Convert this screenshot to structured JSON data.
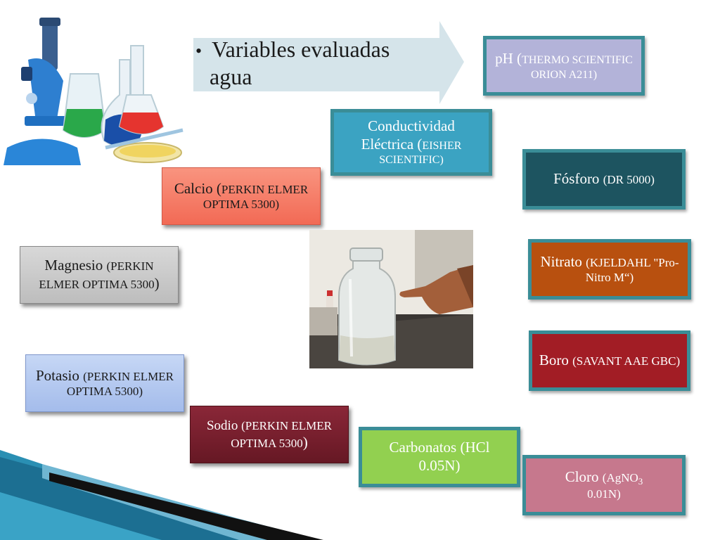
{
  "title": {
    "bullet": "•",
    "line1": "Variables evaluadas",
    "line2": "agua"
  },
  "boxes": {
    "ph": {
      "main": "pH (",
      "instrument": "THERMO SCIENTIFIC ORION A211)"
    },
    "conductividad": {
      "line1": "Conductividad",
      "line2_main": "Eléctrica (",
      "line2_small": "EISHER",
      "line3": "SCIENTIFIC)"
    },
    "fosforo": {
      "main": "Fósforo ",
      "instrument": "(DR 5000)"
    },
    "calcio": {
      "main": "Calcio (",
      "instrument": "PERKIN ELMER OPTIMA 5300)"
    },
    "magnesio": {
      "main": "Magnesio ",
      "instrument": "(PERKIN ELMER OPTIMA 5300",
      "close": ")"
    },
    "nitrato": {
      "main": "Nitrato ",
      "instrument": "(KJELDAHL \"Pro-Nitro M“)"
    },
    "boro": {
      "main": "Boro ",
      "instrument": "(SAVANT AAE GBC)"
    },
    "potasio": {
      "main": "Potasio ",
      "instrument": "(PERKIN ELMER OPTIMA 5300)"
    },
    "sodio": {
      "main": "Sodio ",
      "instrument": "(PERKIN ELMER OPTIMA 5300",
      "close": ")"
    },
    "carbonatos": {
      "line1": "Carbonatos (HCl",
      "line2": "0.05N)"
    },
    "cloro": {
      "main": "Cloro ",
      "instrument_pre": "(AgNO",
      "subscript": "3",
      "line2": "0.01N)"
    }
  },
  "colors": {
    "arrow": "#d5e4ea",
    "ph": "#b3b3d9",
    "conductividad": "#3ba3c2",
    "fosforo": "#1d5460",
    "calcio": "#f77b66",
    "magnesio": "#c8c8c8",
    "nitrato": "#b8500f",
    "boro": "#a21d25",
    "potasio": "#b3c8ef",
    "sodio": "#7a1f2e",
    "carbonatos": "#92d050",
    "cloro": "#c6788d"
  }
}
